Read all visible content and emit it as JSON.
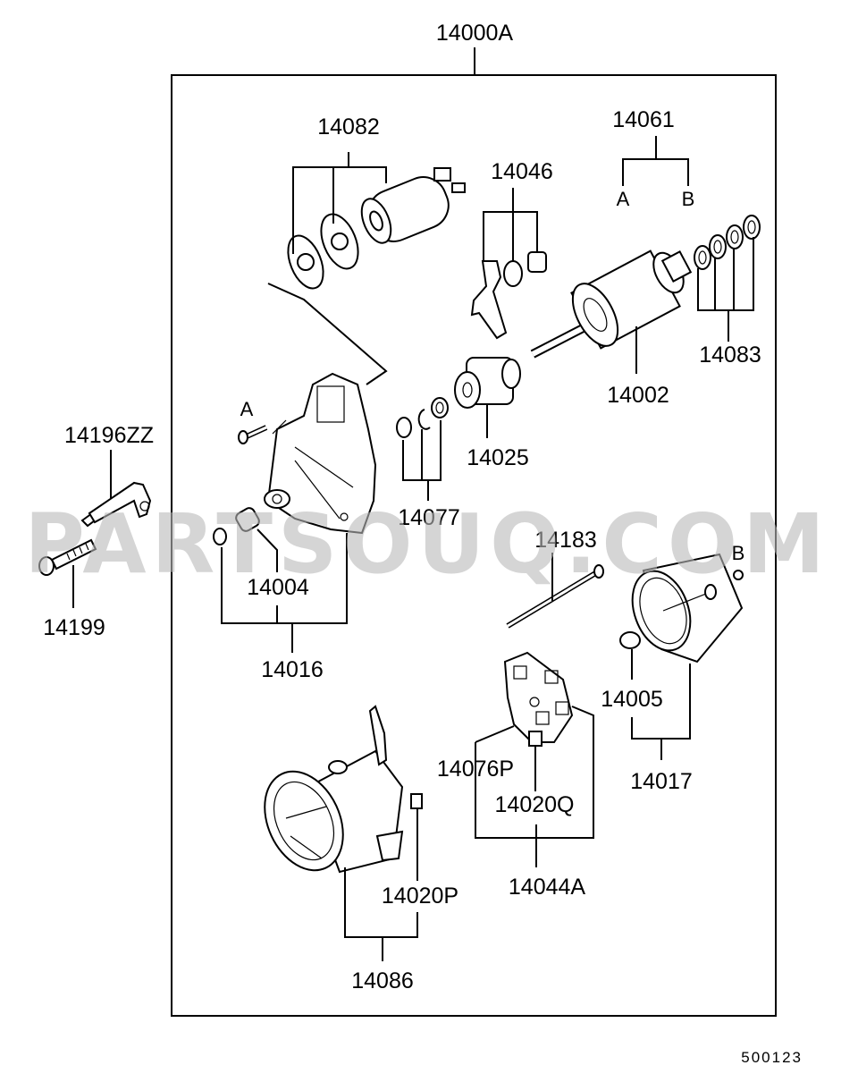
{
  "diagram": {
    "assembly_label": "14000A",
    "diagram_code": "500123",
    "watermark": "PARTSOUQ.COM"
  },
  "parts": {
    "solenoid": "14082",
    "lever_set": "14046",
    "armature_kit": "14061",
    "armature_kit_a": "A",
    "armature_kit_b": "B",
    "washers": "14083",
    "armature": "14002",
    "clutch": "14025",
    "ring_set": "14077",
    "bracket": "14196ZZ",
    "bolt": "14199",
    "front_bush": "14004",
    "front_bracket": "14016",
    "marker_a": "A",
    "through_bolt": "14183",
    "marker_b": "B",
    "rear_bush": "14005",
    "rear_bracket": "14017",
    "brush_spring": "14076P",
    "brush": "14020Q",
    "brush_holder": "14044A",
    "yoke_brush": "14020P",
    "yoke": "14086"
  }
}
